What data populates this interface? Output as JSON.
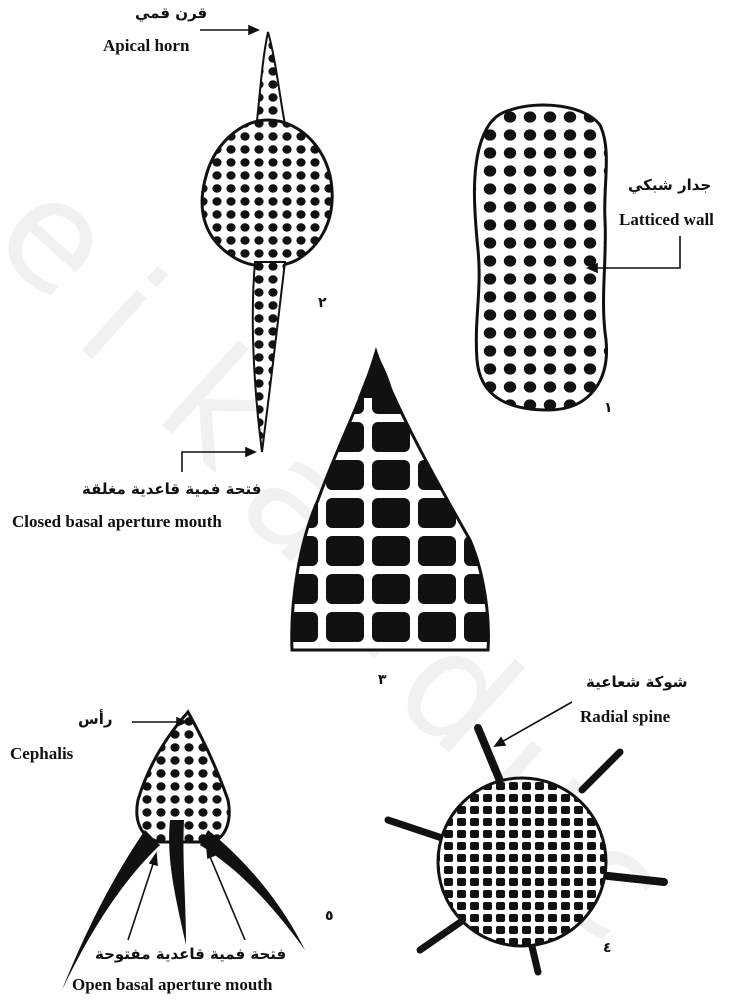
{
  "colors": {
    "ink": "#111111",
    "paper": "#ffffff"
  },
  "labels": {
    "apical_horn_ar": "قرن قمي",
    "apical_horn_en": "Apical horn",
    "latticed_wall_ar": "جدار شبكي",
    "latticed_wall_en": "Latticed wall",
    "closed_mouth_ar": "فتحة فمية قاعدية مغلقة",
    "closed_mouth_en": "Closed basal aperture mouth",
    "cephalis_ar": "رأس",
    "cephalis_en": "Cephalis",
    "radial_spine_ar": "شوكة شعاعية",
    "radial_spine_en": "Radial spine",
    "open_mouth_ar": "فتحة فمية قاعدية مفتوحة",
    "open_mouth_en": "Open basal aperture mouth"
  },
  "figure_numbers": {
    "fig1": "١",
    "fig2": "٢",
    "fig3": "٣",
    "fig4": "٤",
    "fig5": "٥"
  },
  "watermark": [
    "e",
    "i",
    "k",
    "a",
    "n",
    "d",
    "u",
    "c"
  ]
}
